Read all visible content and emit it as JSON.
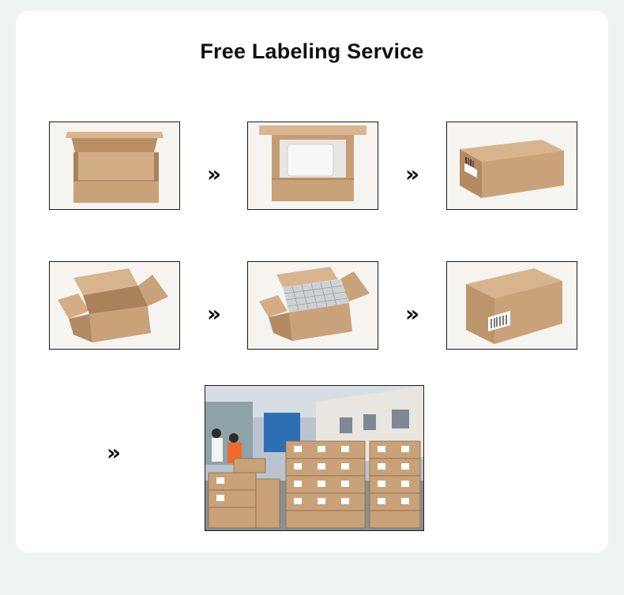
{
  "page": {
    "title": "Free Labeling Service"
  },
  "steps": [
    {
      "name": "open-empty-box",
      "icon": "open-box-icon"
    },
    {
      "name": "packed-product-box",
      "icon": "product-box-icon"
    },
    {
      "name": "sealed-labeled-box",
      "icon": "labeled-box-icon"
    },
    {
      "name": "open-carton",
      "icon": "open-carton-icon"
    },
    {
      "name": "carton-filled-products",
      "icon": "filled-carton-icon"
    },
    {
      "name": "sealed-labeled-carton",
      "icon": "sealed-carton-icon"
    }
  ],
  "arrow_glyph": "»",
  "colors": {
    "cardboard": "#c9a27a",
    "cardboard_dark": "#a9825c",
    "background": "#eef4f1"
  }
}
